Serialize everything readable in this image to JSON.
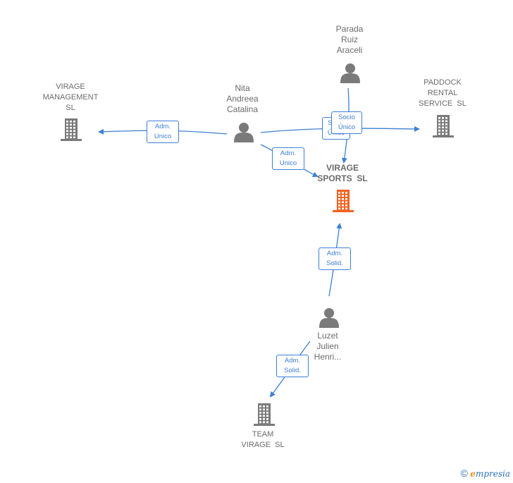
{
  "nodes": {
    "virage_management": {
      "label": "VIRAGE\nMANAGEMENT\nSL",
      "kind": "company",
      "icon": "building-icon"
    },
    "paddock": {
      "label": "PADDOCK\nRENTAL\nSERVICE  SL",
      "kind": "company",
      "icon": "building-icon"
    },
    "virage_sports": {
      "label": "VIRAGE\nSPORTS  SL",
      "kind": "focus-company",
      "icon": "building-icon"
    },
    "team_virage": {
      "label": "TEAM\nVIRAGE  SL",
      "kind": "company",
      "icon": "building-icon"
    },
    "nita": {
      "label": "Nita\nAndreea\nCatalina",
      "kind": "person",
      "icon": "person-icon"
    },
    "parada": {
      "label": "Parada\nRuiz\nAraceli",
      "kind": "person",
      "icon": "person-icon"
    },
    "luzet": {
      "label": "Luzet\nJulien\nHenri...",
      "kind": "person",
      "icon": "person-icon"
    }
  },
  "edges": [
    {
      "from": "nita",
      "to": "virage_management",
      "label": "Adm.\nUnico"
    },
    {
      "from": "nita",
      "to": "virage_sports",
      "label": "Adm.\nUnico"
    },
    {
      "from": "nita",
      "to": "paddock",
      "label": "Socio\nÚnico"
    },
    {
      "from": "parada",
      "to": "virage_sports",
      "label": "Socio\nÚnico"
    },
    {
      "from": "luzet",
      "to": "virage_sports",
      "label": "Adm.\nSolid."
    },
    {
      "from": "luzet",
      "to": "team_virage",
      "label": "Adm.\nSolid."
    }
  ],
  "colors": {
    "edge": "#3d7fd6",
    "node_gray": "#7a7a7a",
    "focus": "#f26322"
  },
  "brand": {
    "copyright": "©",
    "e": "e",
    "rest": "mpresia"
  }
}
